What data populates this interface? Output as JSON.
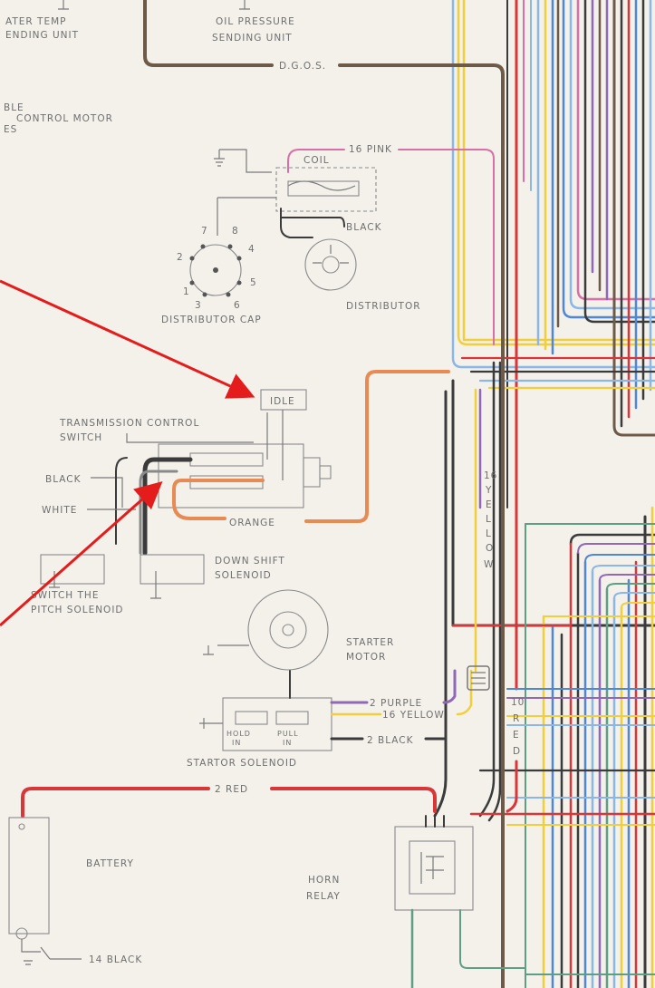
{
  "labels": {
    "water_temp": [
      "ATER  TEMP",
      "ENDING  UNIT"
    ],
    "oil_pressure": [
      "OIL  PRESSURE",
      "SENDING  UNIT"
    ],
    "dgos": "D.G.O.S.",
    "control_motor": [
      "BLE",
      "CONTROL  MOTOR",
      "ES"
    ],
    "pink": "16  PINK",
    "coil": "COIL",
    "black_coil": "BLACK",
    "cap_numbers": [
      "1",
      "2",
      "3",
      "4",
      "5",
      "6",
      "7",
      "8"
    ],
    "distributor_cap": "DISTRIBUTOR  CAP",
    "distributor": "DISTRIBUTOR",
    "idle": "IDLE",
    "transmission_switch": [
      "TRANSMISSION  CONTROL",
      "SWITCH"
    ],
    "black_wire": "BLACK",
    "white_wire": "WHITE",
    "orange": "ORANGE",
    "yellow_vertical": [
      "16",
      "Y",
      "E",
      "L",
      "L",
      "O",
      "W"
    ],
    "downshift": [
      "DOWN  SHIFT",
      "SOLENOID"
    ],
    "switch_pitch": [
      "SWITCH  THE",
      "PITCH  SOLENOID"
    ],
    "starter_motor": [
      "STARTER",
      "MOTOR"
    ],
    "purple": "2  PURPLE",
    "yellow16": "16  YELLOW",
    "black2": "2  BLACK",
    "hold_in": [
      "HOLD",
      "IN"
    ],
    "pull_in": [
      "PULL",
      "IN"
    ],
    "starter_solenoid": "STARTOR   SOLENOID",
    "red2": "2  RED",
    "red_vertical": [
      "10",
      "R",
      "E",
      "D"
    ],
    "battery": "BATTERY",
    "horn_relay": [
      "HORN",
      "RELAY"
    ],
    "black14": "14  BLACK"
  },
  "colors": {
    "red": "#d8373a",
    "brown": "#6e5a48",
    "pink": "#d86fa6",
    "orange": "#e88a54",
    "yellow": "#f2cf3a",
    "blue": "#4f86d6",
    "light_blue": "#8ab6e8",
    "purple": "#8f68b8",
    "green": "#5e9e84",
    "black": "#3b3b3b",
    "gray": "#8a8a8a",
    "annotation_arrow": "#e51c1c"
  }
}
